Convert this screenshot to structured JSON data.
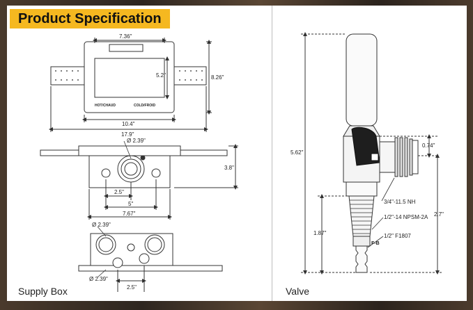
{
  "header": {
    "title": "Product Specification"
  },
  "supply_box": {
    "caption": "Supply Box",
    "front": {
      "opening_width": "7.36\"",
      "opening_height": "5.2\"",
      "overall_height": "8.26\"",
      "box_width": "10.4\"",
      "overall_width": "17.9\"",
      "label_hot": "HOT/CHAUD",
      "label_cold": "COLD/FROID"
    },
    "side": {
      "pipe_diameter": "Ø 2.39\"",
      "height": "3.8\"",
      "inner_spacing": "2.5\"",
      "outer_spacing": "5\"",
      "width": "7.67\""
    },
    "bottom": {
      "top_diameter": "Ø 2.39\"",
      "bottom_diameter": "Ø 2.39\"",
      "spacing": "2.5\""
    }
  },
  "valve": {
    "caption": "Valve",
    "overall_height": "5.62\"",
    "side_height": "0.74\"",
    "thread_nh": "3/4\"-11.5 NH",
    "thread_npsm": "1/2\"-14 NPSM-2A",
    "fitting": "1/2\" F1807",
    "stem_height": "1.87\"",
    "lower_height": "2.7\"",
    "body_marking": "F-B"
  },
  "colors": {
    "accent": "#f5b820",
    "line": "#222222"
  }
}
